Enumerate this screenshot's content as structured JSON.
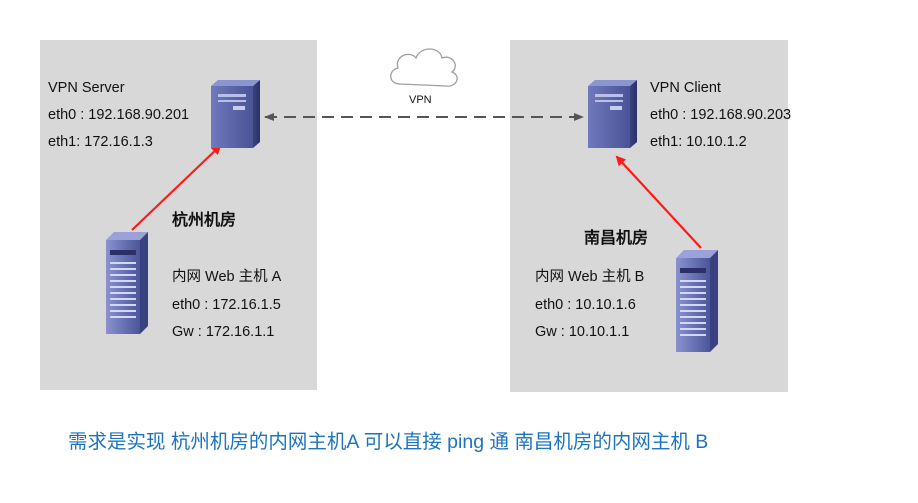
{
  "left_site": {
    "server_title": "VPN Server",
    "server_eth0": "eth0 : 192.168.90.201",
    "server_eth1": "eth1:   172.16.1.3",
    "room": "杭州机房",
    "host_title": "内网 Web 主机 A",
    "host_eth0": "eth0 : 172.16.1.5",
    "host_gw": "Gw :    172.16.1.1"
  },
  "right_site": {
    "client_title": "VPN Client",
    "client_eth0": "eth0 : 192.168.90.203",
    "client_eth1": "eth1:  10.10.1.2",
    "room": "南昌机房",
    "host_title": "内网 Web 主机 B",
    "host_eth0": "eth0 : 10.10.1.6",
    "host_gw": "Gw :    10.10.1.1"
  },
  "cloud": {
    "label": "VPN"
  },
  "caption": "需求是实现 杭州机房的内网主机A  可以直接 ping 通 南昌机房的内网主机 B",
  "colors": {
    "zone": "#d8d8d8",
    "arrow": "#ff1a1a",
    "dashed_link": "#555555",
    "server_body": "#5a64a8",
    "caption": "#1e73be"
  },
  "icons": [
    "vpn-server-icon",
    "vpn-client-icon",
    "host-a-icon",
    "host-b-icon",
    "cloud-icon"
  ]
}
